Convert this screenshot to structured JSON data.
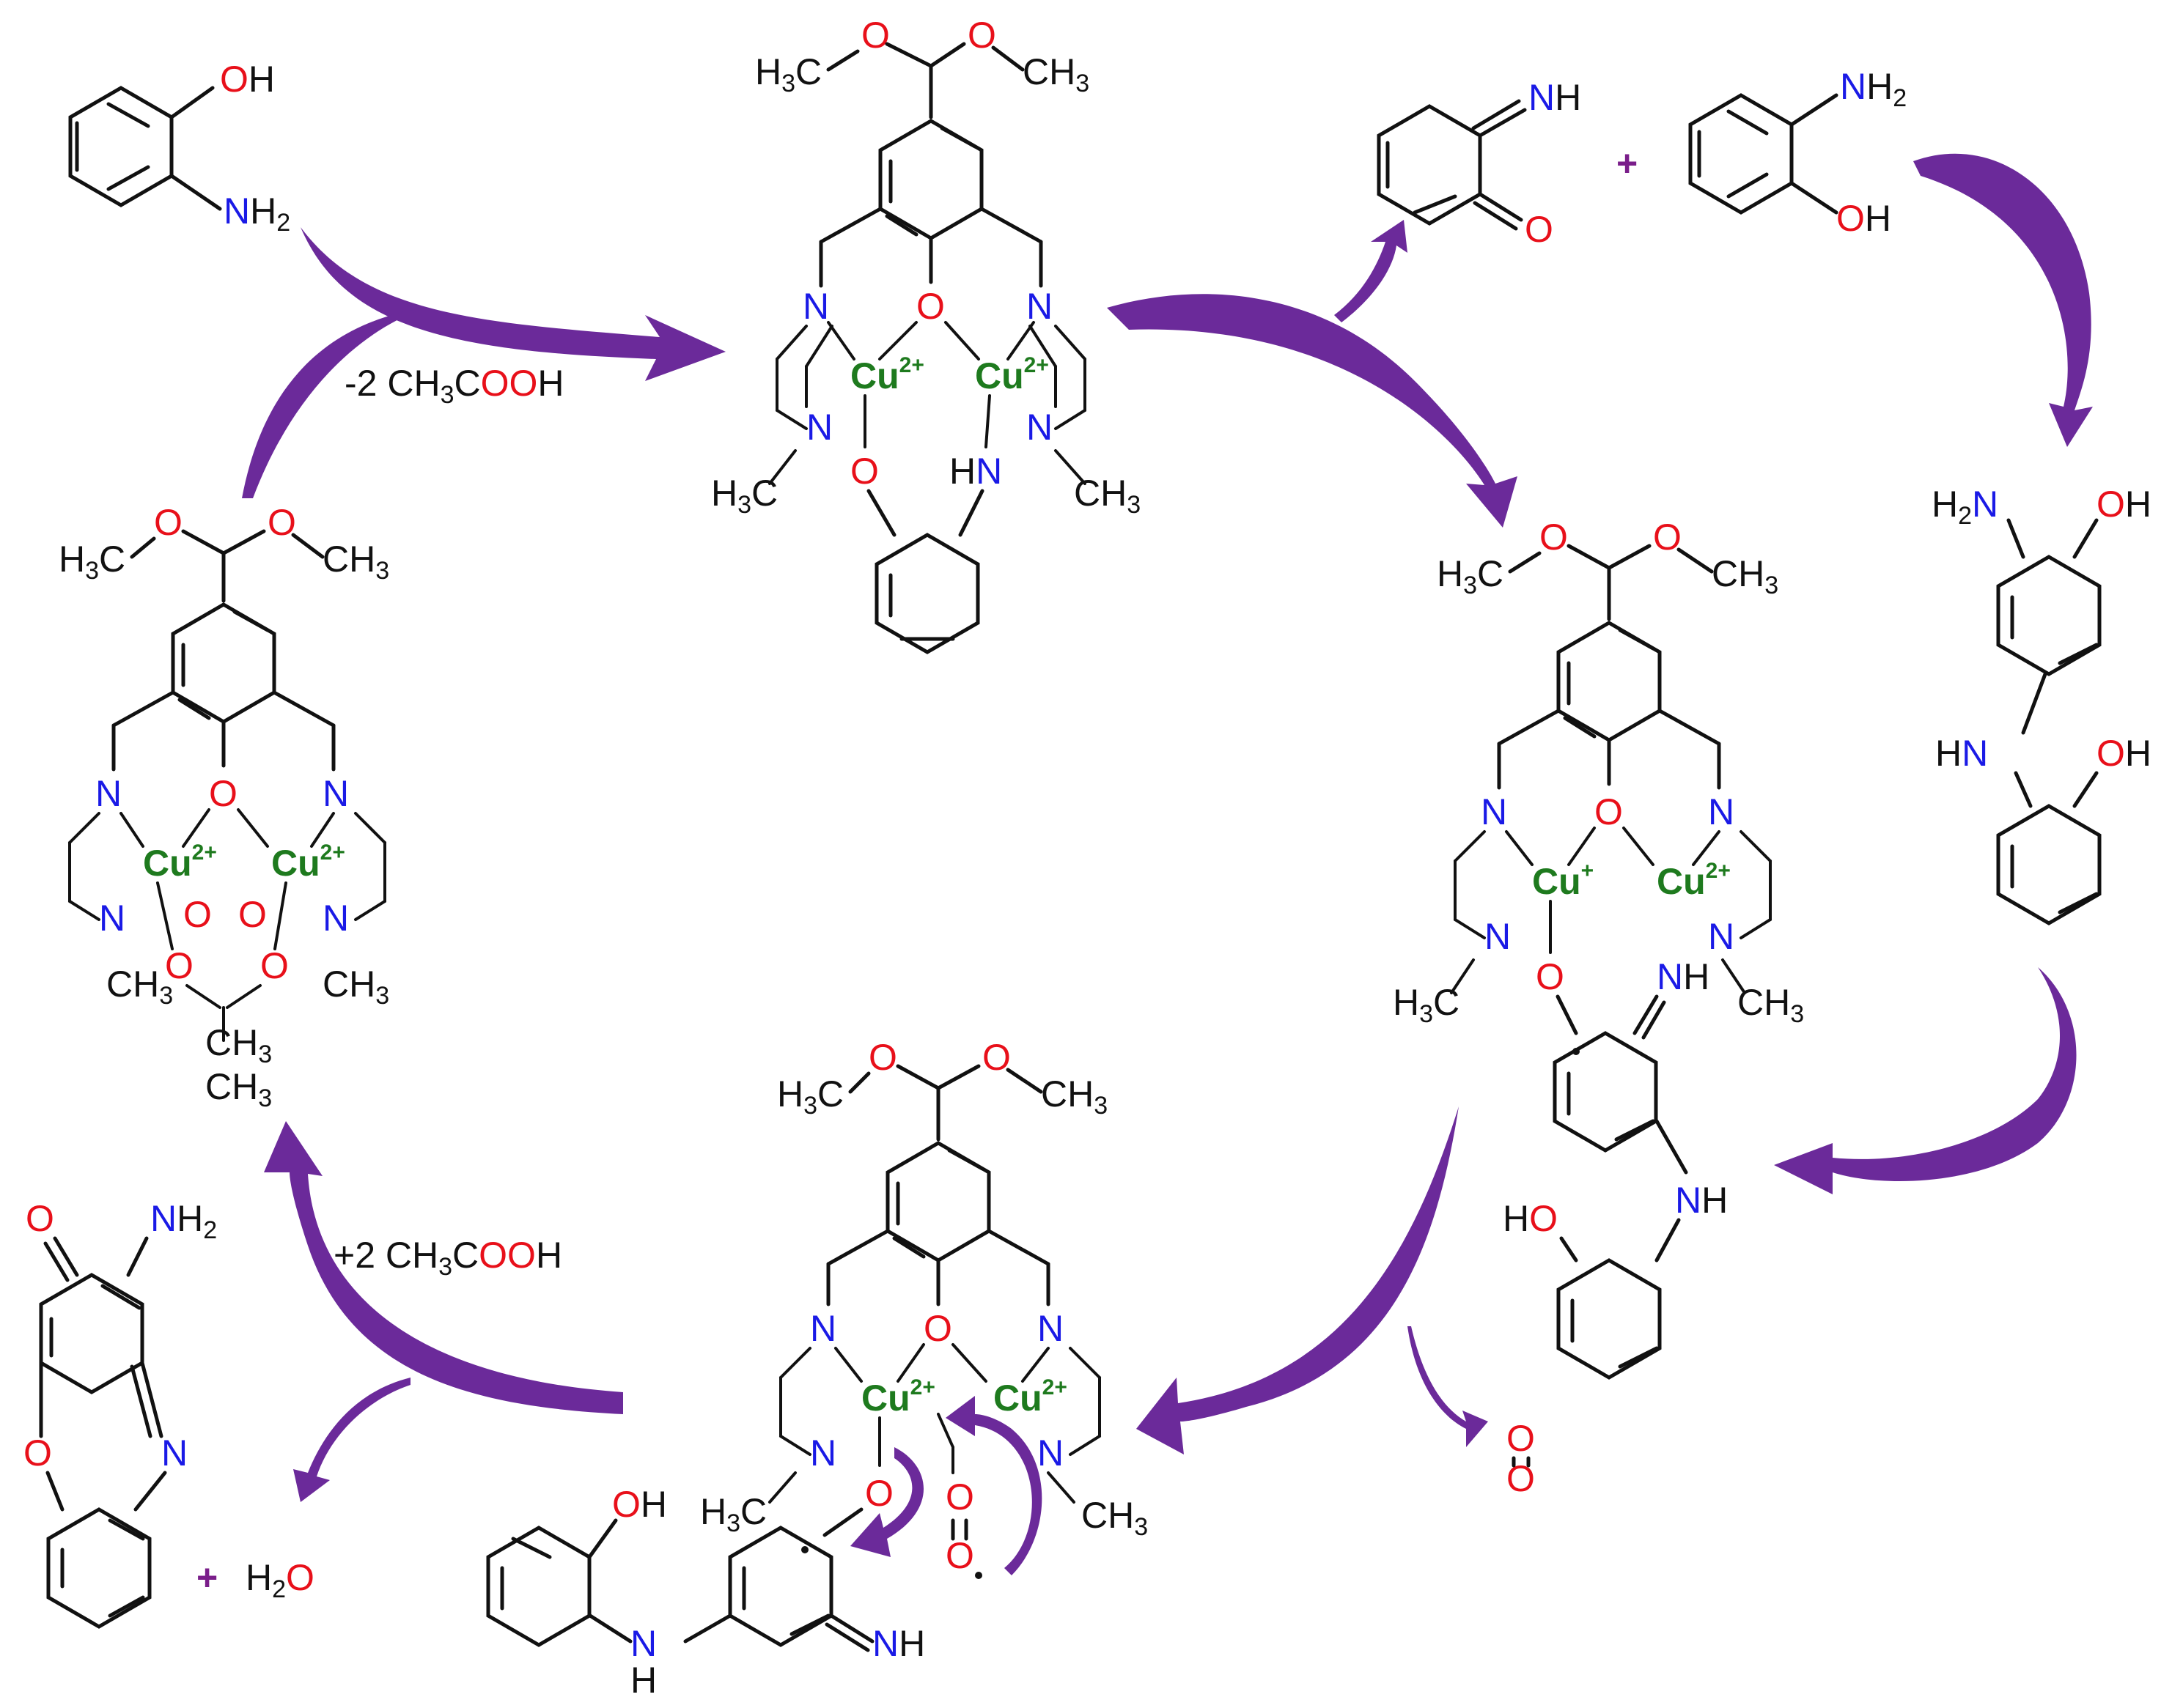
{
  "colors": {
    "bond": "#111111",
    "oxygen": "#e8101a",
    "nitrogen": "#1a1ae6",
    "copper": "#1e7a1e",
    "arrow": "#6b2a9a",
    "plus": "#7a1e8a"
  },
  "atoms": {
    "O": "O",
    "N": "N",
    "H": "H",
    "C": "C",
    "OH": "OH",
    "HO": "HO",
    "NH": "NH",
    "HN": "HN",
    "H3C_H": "H",
    "H3C_C": "C",
    "CH3_CH": "CH",
    "sub3": "3",
    "sub2": "2",
    "cu": "Cu",
    "charge2": "2+",
    "charge1": "+",
    "NH2_N": "N",
    "NH2_H": "H",
    "H2N_H": "H",
    "H2N_N": "N",
    "H2O_H": "H",
    "H2O_O": "O"
  },
  "reagents": {
    "minus_acetic_prefix": "-2 CH",
    "plus_acetic_prefix": "+2 CH",
    "acetic_C": "C",
    "acetic_OO": "OO",
    "acetic_H": "H",
    "plus_sign": "+"
  }
}
